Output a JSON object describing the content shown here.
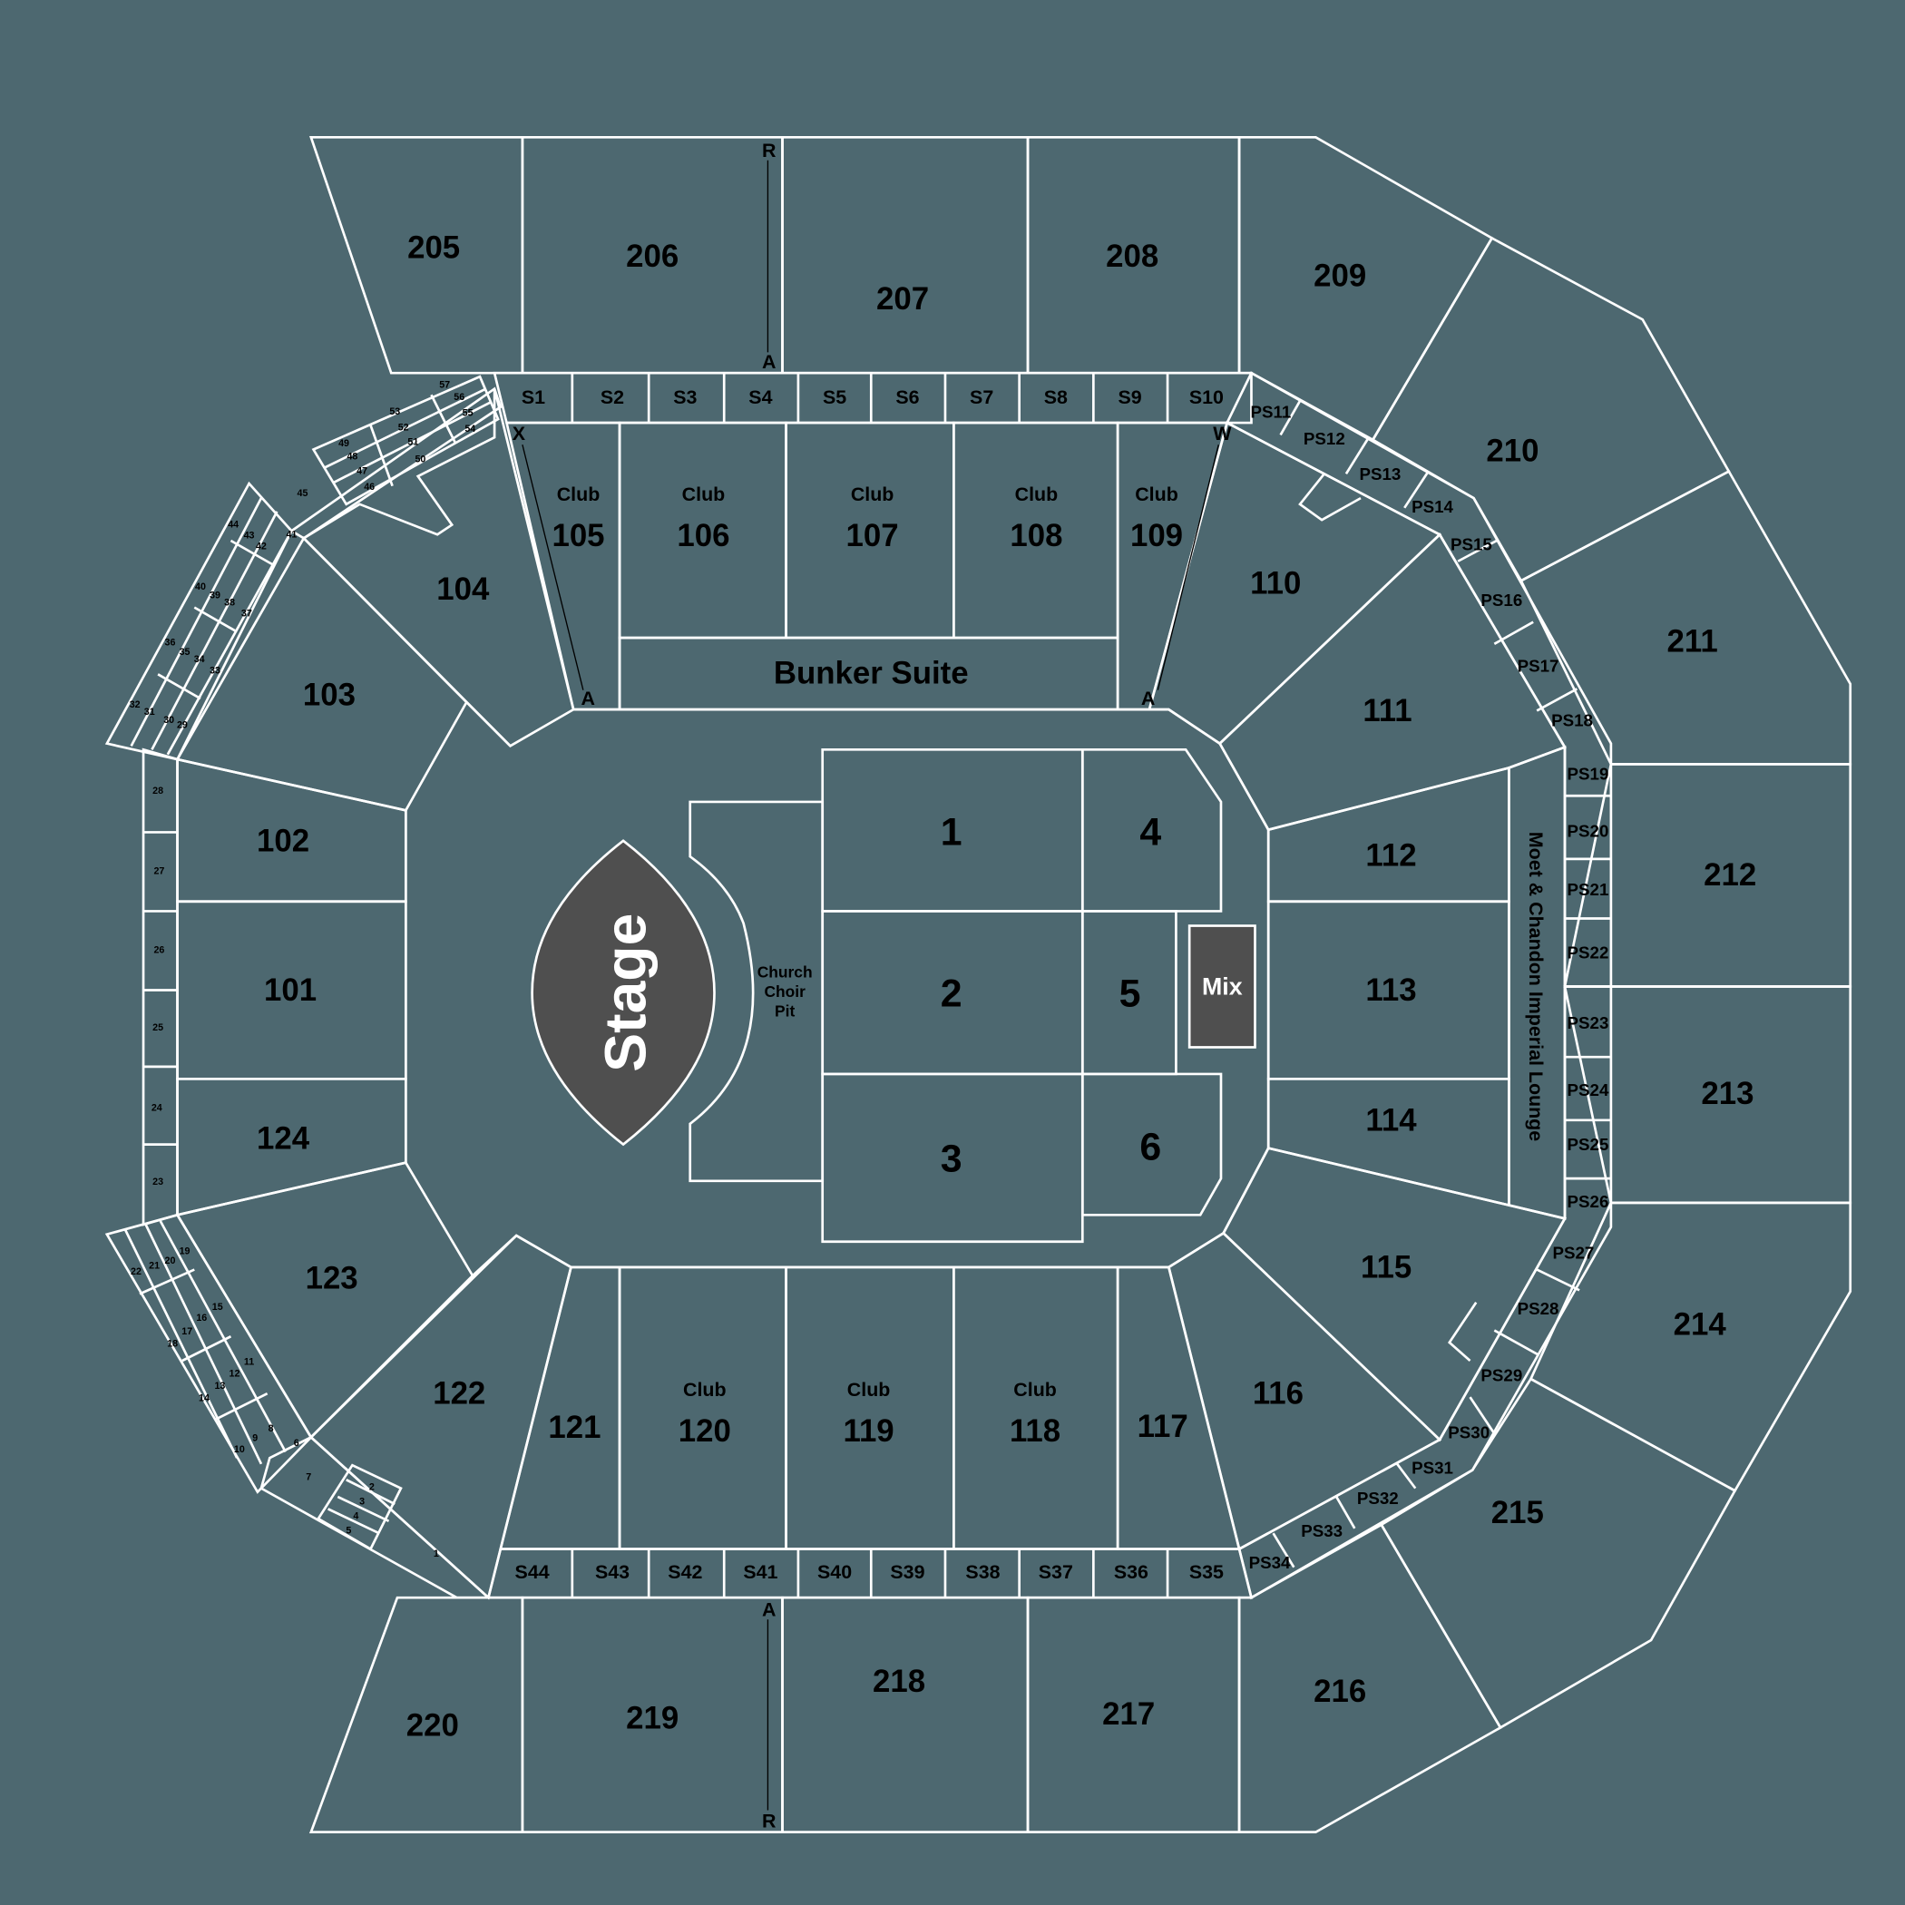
{
  "colors": {
    "background": "#4d6870",
    "lines": "#ffffff",
    "stage": "#4f4f4f",
    "text": "#000000"
  },
  "stage": {
    "label": "Stage"
  },
  "choir_pit": {
    "line1": "Church",
    "line2": "Choir",
    "line3": "Pit"
  },
  "mix": {
    "label": "Mix"
  },
  "bunker_suite": {
    "label": "Bunker Suite"
  },
  "lounge": {
    "label": "Moet & Chandon Imperial Lounge"
  },
  "floor": [
    "1",
    "2",
    "3",
    "4",
    "5",
    "6"
  ],
  "lower": {
    "s101": "101",
    "s102": "102",
    "s103": "103",
    "s104": "104",
    "s110": "110",
    "s111": "111",
    "s112": "112",
    "s113": "113",
    "s114": "114",
    "s115": "115",
    "s116": "116",
    "s117": "117",
    "s121": "121",
    "s122": "122",
    "s123": "123",
    "s124": "124"
  },
  "club": {
    "word": "Club",
    "n105": "105",
    "n106": "106",
    "n107": "107",
    "n108": "108",
    "n109": "109",
    "n120": "120",
    "n119": "119",
    "n118": "118"
  },
  "upper": {
    "s205": "205",
    "s206": "206",
    "s207": "207",
    "s208": "208",
    "s209": "209",
    "s210": "210",
    "s211": "211",
    "s212": "212",
    "s213": "213",
    "s214": "214",
    "s215": "215",
    "s216": "216",
    "s217": "217",
    "s218": "218",
    "s219": "219",
    "s220": "220"
  },
  "suites_top": [
    "S1",
    "S2",
    "S3",
    "S4",
    "S5",
    "S6",
    "S7",
    "S8",
    "S9",
    "S10"
  ],
  "suites_bottom": [
    "S44",
    "S43",
    "S42",
    "S41",
    "S40",
    "S39",
    "S38",
    "S37",
    "S36",
    "S35"
  ],
  "party_suites": [
    "PS11",
    "PS12",
    "PS13",
    "PS14",
    "PS15",
    "PS16",
    "PS17",
    "PS18",
    "PS19",
    "PS20",
    "PS21",
    "PS22",
    "PS23",
    "PS24",
    "PS25",
    "PS26",
    "PS27",
    "PS28",
    "PS29",
    "PS30",
    "PS31",
    "PS32",
    "PS33",
    "PS34"
  ],
  "boxes": [
    "1",
    "2",
    "3",
    "4",
    "5",
    "6",
    "7",
    "8",
    "9",
    "10",
    "11",
    "12",
    "13",
    "14",
    "15",
    "16",
    "17",
    "18",
    "19",
    "20",
    "21",
    "22",
    "23",
    "24",
    "25",
    "26",
    "27",
    "28",
    "29",
    "30",
    "31",
    "32",
    "33",
    "34",
    "35",
    "36",
    "37",
    "38",
    "39",
    "40",
    "41",
    "42",
    "43",
    "44",
    "45",
    "46",
    "47",
    "48",
    "49",
    "50",
    "51",
    "52",
    "53",
    "54",
    "55",
    "56",
    "57"
  ],
  "aisle_markers": {
    "X": "X",
    "W": "W",
    "A": "A",
    "R": "R"
  }
}
